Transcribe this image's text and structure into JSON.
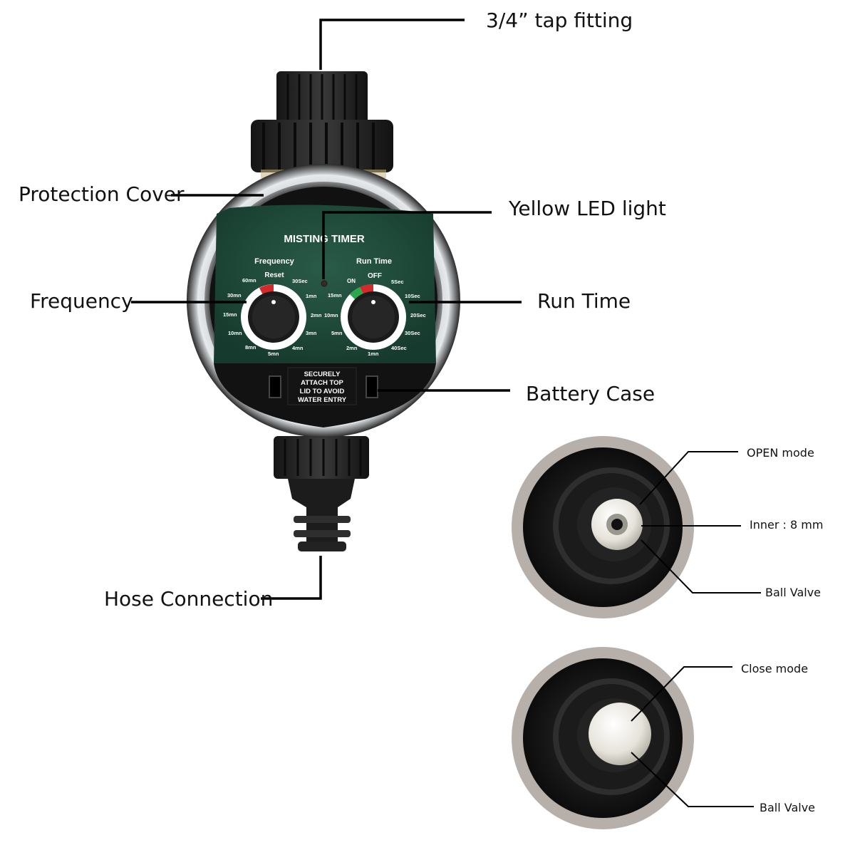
{
  "callouts": {
    "tap_fitting": "3/4” tap fitting",
    "protection_cover": "Protection Cover",
    "yellow_led": "Yellow LED light",
    "frequency": "Frequency",
    "run_time": "Run Time",
    "battery_case": "Battery Case",
    "hose_connection": "Hose Connection"
  },
  "timer_face": {
    "title": "MISTING TIMER",
    "frequency_label": "Frequency",
    "run_time_label": "Run Time",
    "reset_label": "Reset",
    "off_label": "OFF",
    "on_label": "ON",
    "frequency_ticks": [
      "60mn",
      "30mn",
      "15mn",
      "10mn",
      "8mn",
      "5mn",
      "4mn",
      "3mn",
      "2mn",
      "1mn",
      "30Sec"
    ],
    "run_time_ticks": [
      "15mn",
      "10mn",
      "5mn",
      "2mn",
      "1mn",
      "40Sec",
      "30Sec",
      "20Sec",
      "10Sec",
      "5Sec"
    ],
    "battery_label": [
      "SECURELY",
      "ATTACH TOP",
      "LID TO AVOID",
      "WATER ENTRY"
    ]
  },
  "detail_open": {
    "open_mode": "OPEN mode",
    "inner": "Inner : 8 mm",
    "ball_valve": "Ball Valve"
  },
  "detail_close": {
    "close_mode": "Close mode",
    "ball_valve": "Ball Valve"
  },
  "colors": {
    "face_green": "#1f4a3a",
    "reset_red": "#d22a2a",
    "on_green": "#2aa84a"
  }
}
